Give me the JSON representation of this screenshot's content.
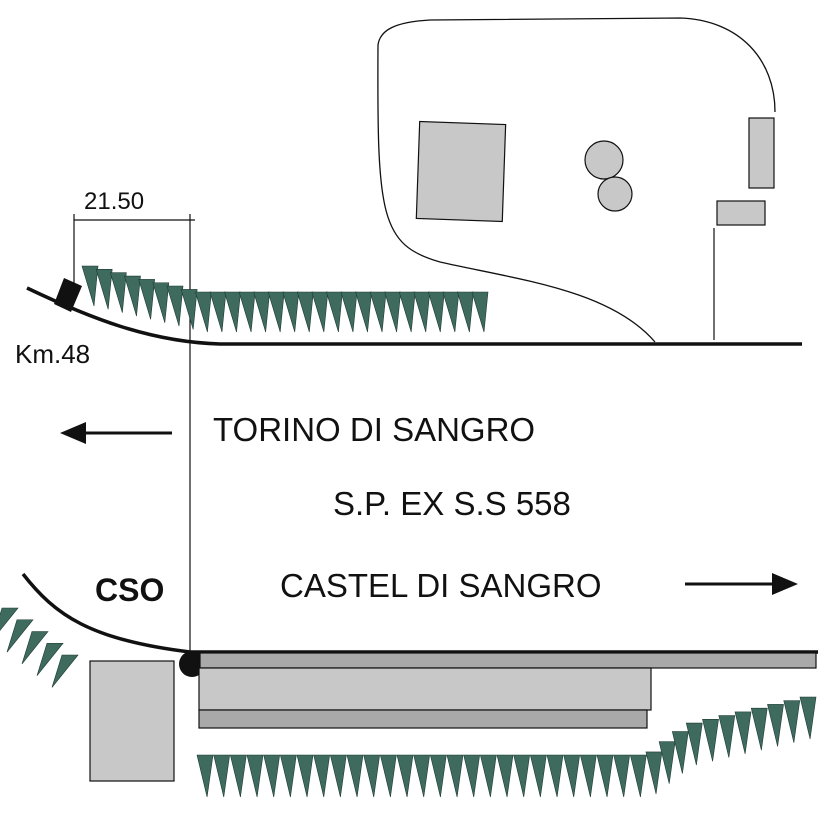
{
  "labels": {
    "dimension": "21.50",
    "kilometer": "Km.48",
    "direction_west": "TORINO DI SANGRO",
    "road_name": "S.P. EX S.S 558",
    "direction_east": "CASTEL DI SANGRO",
    "site_code": "CSO"
  },
  "colors": {
    "line": "#111111",
    "building_fill": "#c8c8c8",
    "building_dark_fill": "#a9a9a9",
    "hedge_fill": "#3f6b5f",
    "background": "#ffffff"
  }
}
